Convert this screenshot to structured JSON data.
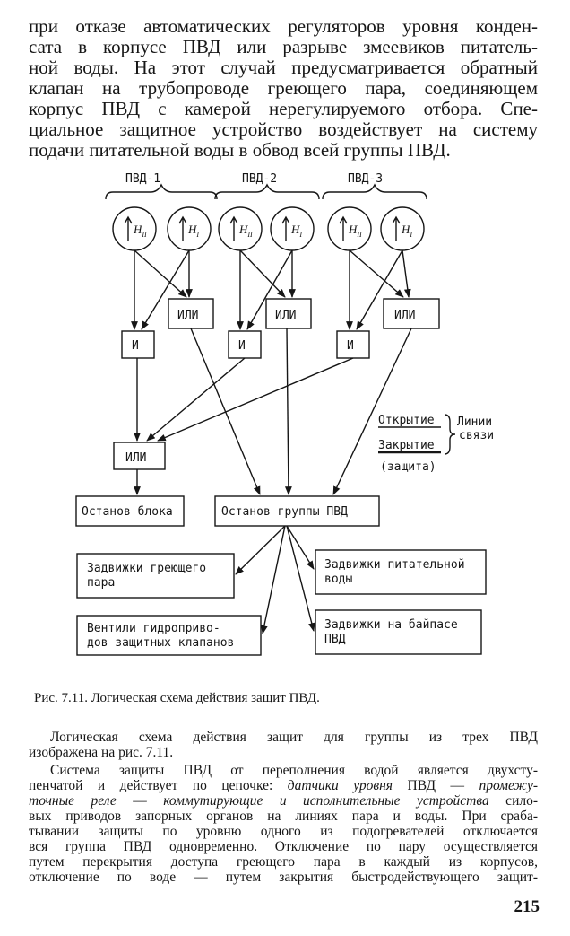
{
  "top_text": [
    "при отказе автоматических регуляторов уровня конден-",
    "сата в корпусе ПВД или разрыве змеевиков питатель-",
    "ной воды. На этот случай предусматривается обратный",
    "клапан на трубопроводе греющего пара, соединяющем",
    "корпус ПВД с камерой нерегулируемого отбора. Спе-",
    "циальное защитное устройство воздействует на систему",
    "подачи питательной воды в обвод всей группы ПВД."
  ],
  "diagram": {
    "groups": [
      "ПВД-1",
      "ПВД-2",
      "ПВД-3"
    ],
    "sensor_hii": "H",
    "sensor_hii_sub": "II",
    "sensor_hi": "H",
    "sensor_hi_sub": "I",
    "or_label": "ИЛИ",
    "and_label": "И",
    "legend_open": "Открытие",
    "legend_close": "Закрытие",
    "legend_protection": "(защита)",
    "legend_lines_1": "Линии",
    "legend_lines_2": "связи",
    "stop_block": "Останов блока",
    "stop_group": "Останов группы ПВД",
    "out_steam_1": "Задвижки греющего",
    "out_steam_2": "пара",
    "out_feed_1": "Задвижки питательной",
    "out_feed_2": "воды",
    "out_valves_1": "Вентили гидроприво-",
    "out_valves_2": "дов защитных клапанов",
    "out_bypass_1": "Задвижки на байпасе",
    "out_bypass_2": "ПВД"
  },
  "caption": "Рис. 7.11. Логическая схема действия защит ПВД.",
  "bottom_text": {
    "p1_line1": "Логическая схема действия защит для группы из трех ПВД",
    "p1_line2": "изображена на рис. 7.11.",
    "p2_line1": "Система защиты ПВД от переполнения водой является двухсту-",
    "p2_line2_a": "пенчатой и действует по цепочке: ",
    "p2_line2_b": "датчики уровня",
    "p2_line2_c": " ПВД — ",
    "p2_line2_d": "промежу-",
    "p2_line3_a": "точные реле",
    "p2_line3_b": " — ",
    "p2_line3_c": "коммутирующие и исполнительные устройства",
    "p2_line3_d": " сило-",
    "p2_line4": "вых приводов запорных органов на линиях пара и воды. При сраба-",
    "p2_line5": "тывании защиты по уровню одного из подогревателей отключается",
    "p2_line6": "вся группа ПВД одновременно. Отключение по пару осуществляется",
    "p2_line7": "путем перекрытия доступа греющего пара в каждый из корпусов,",
    "p2_line8": "отключение по воде — путем закрытия быстродействующего защит-"
  },
  "page_number": "215"
}
